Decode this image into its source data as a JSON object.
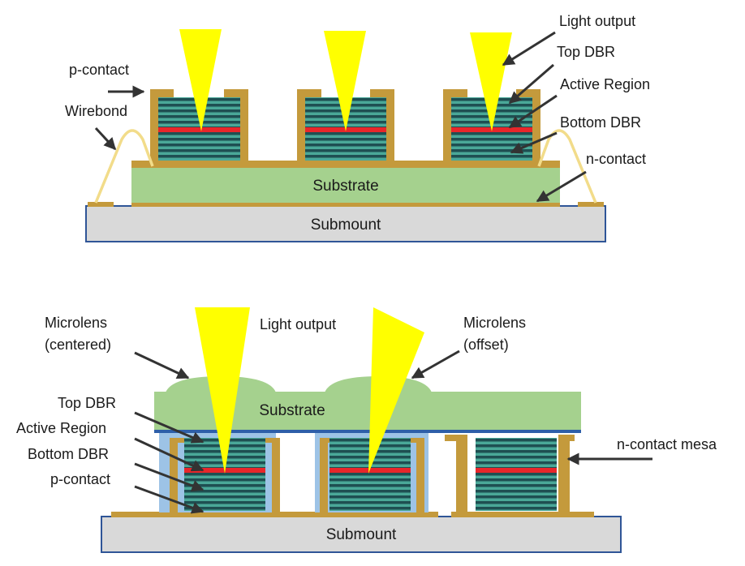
{
  "colors": {
    "gold": "#c49a3c",
    "dbr_dark": "#1f4f52",
    "dbr_teal": "#4aa898",
    "active_red": "#e8262a",
    "light_yellow": "#ffff00",
    "substrate_green": "#a5d18e",
    "submount_gray": "#d9d9d9",
    "submount_border": "#2f5597",
    "passivation_blue": "#9dc3e6",
    "substrate_blue_line": "#2e5fa8",
    "wire_color": "#f2dc8a",
    "arrow": "#333333"
  },
  "top": {
    "labels": {
      "light_output": "Light output",
      "top_dbr": "Top DBR",
      "active_region": "Active Region",
      "bottom_dbr": "Bottom DBR",
      "n_contact": "n-contact",
      "p_contact": "p-contact",
      "wirebond": "Wirebond",
      "substrate": "Substrate",
      "submount": "Submount"
    }
  },
  "bottom": {
    "labels": {
      "microlens_centered_1": "Microlens",
      "microlens_centered_2": "(centered)",
      "light_output": "Light output",
      "microlens_offset_1": "Microlens",
      "microlens_offset_2": "(offset)",
      "top_dbr": "Top DBR",
      "active_region": "Active Region",
      "bottom_dbr": "Bottom DBR",
      "p_contact": "p-contact",
      "n_contact_mesa": "n-contact mesa",
      "substrate": "Substrate",
      "submount": "Submount"
    }
  }
}
